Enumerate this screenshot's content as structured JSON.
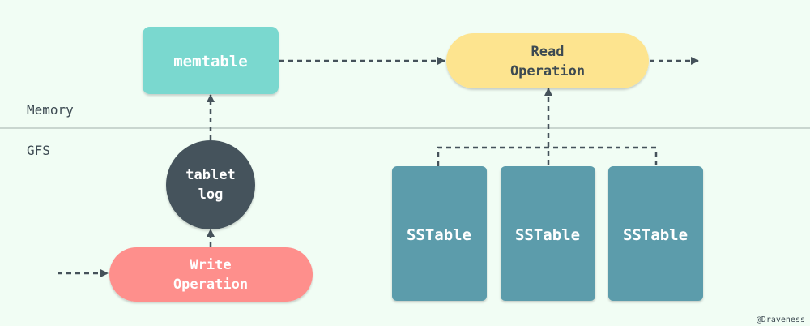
{
  "zones": {
    "memory_label": "Memory",
    "gfs_label": "GFS"
  },
  "nodes": {
    "memtable": "memtable",
    "tablet_log": [
      "tablet",
      "log"
    ],
    "write_operation": [
      "Write",
      "Operation"
    ],
    "read_operation": [
      "Read",
      "Operation"
    ],
    "sstables": [
      "SSTable",
      "SSTable",
      "SSTable"
    ]
  },
  "credit": "@Draveness",
  "colors": {
    "background": "#f1fdf4",
    "zone_divider": "#c9d6cf",
    "memtable": "#7ad8cf",
    "read_operation": "#fde48f",
    "write_operation": "#fe8f8c",
    "tablet_log": "#44535c",
    "sstable": "#5b9cab",
    "node_text_light": "#ffffff",
    "node_text_dark": "#3d4a52",
    "arrow": "#45525a",
    "label_text": "#3d4a52"
  }
}
